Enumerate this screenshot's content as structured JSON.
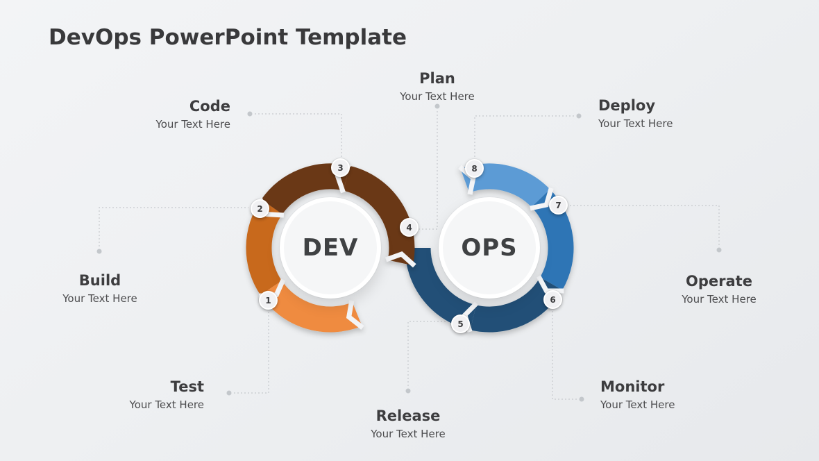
{
  "title": "DevOps PowerPoint Template",
  "diagram": {
    "dev_label": "DEV",
    "ops_label": "OPS",
    "stages": [
      {
        "name": "Test",
        "subtitle": "Your Text Here",
        "badge": "1"
      },
      {
        "name": "Build",
        "subtitle": "Your Text Here",
        "badge": "2"
      },
      {
        "name": "Code",
        "subtitle": "Your Text Here",
        "badge": "3"
      },
      {
        "name": "Plan",
        "subtitle": "Your Text Here",
        "badge": "4"
      },
      {
        "name": "Release",
        "subtitle": "Your Text Here",
        "badge": "5"
      },
      {
        "name": "Monitor",
        "subtitle": "Your Text Here",
        "badge": "6"
      },
      {
        "name": "Operate",
        "subtitle": "Your Text Here",
        "badge": "7"
      },
      {
        "name": "Deploy",
        "subtitle": "Your Text Here",
        "badge": "8"
      }
    ],
    "colors": {
      "dev_light": "#EF8B40",
      "dev_mid": "#C8691E",
      "dev_dark": "#6B3714",
      "ops_dark": "#215077",
      "ops_mid": "#2E74B5",
      "ops_light": "#5B9BD5"
    }
  }
}
